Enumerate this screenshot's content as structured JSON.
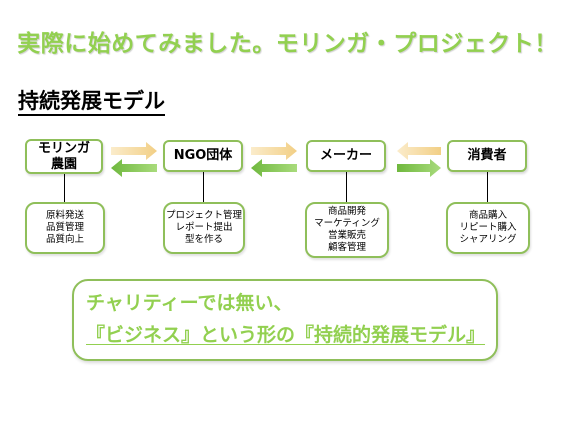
{
  "title": "実際に始めてみました。モリンガ・プロジェクト！",
  "subtitle": "持続発展モデル",
  "nodes": [
    {
      "label_lines": [
        "モリンガ",
        "農園"
      ]
    },
    {
      "label_lines": [
        "NGO団体"
      ]
    },
    {
      "label_lines": [
        "メーカー"
      ]
    },
    {
      "label_lines": [
        "消費者"
      ]
    }
  ],
  "details": [
    {
      "lines": [
        "原料発送",
        "品質管理",
        "品質向上"
      ]
    },
    {
      "lines": [
        "プロジェクト管理",
        "レポート提出",
        "型を作る"
      ]
    },
    {
      "lines": [
        "商品開発",
        "マーケティング",
        "営業販売",
        "顧客管理"
      ]
    },
    {
      "lines": [
        "商品購入",
        "リピート購入",
        "シャアリング"
      ]
    }
  ],
  "message": {
    "line1": "チャリティーでは無い、",
    "line2": "『ビジネス』という形の『持続的発展モデル』"
  },
  "colors": {
    "accent_green": "#92d050",
    "border_green": "#8fbf5a",
    "arrow_light": "#f5d99a",
    "arrow_dark": "#7cc24a"
  }
}
